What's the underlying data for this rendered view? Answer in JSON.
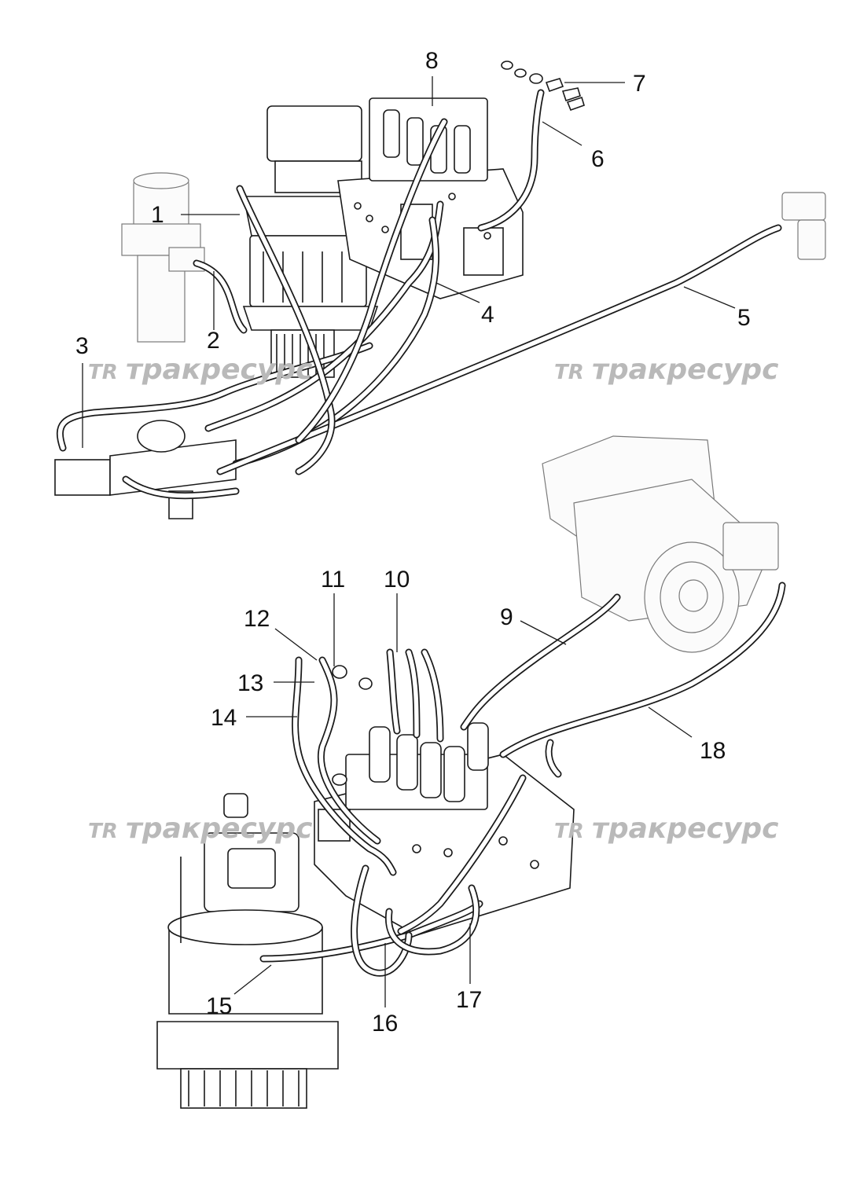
{
  "watermark": {
    "logo": "TR",
    "text": "тракресурс"
  },
  "callouts": [
    {
      "number": "1"
    },
    {
      "number": "2"
    },
    {
      "number": "3"
    },
    {
      "number": "4"
    },
    {
      "number": "5"
    },
    {
      "number": "6"
    },
    {
      "number": "7"
    },
    {
      "number": "8"
    },
    {
      "number": "9"
    },
    {
      "number": "10"
    },
    {
      "number": "11"
    },
    {
      "number": "12"
    },
    {
      "number": "13"
    },
    {
      "number": "14"
    },
    {
      "number": "15"
    },
    {
      "number": "16"
    },
    {
      "number": "17"
    },
    {
      "number": "18"
    }
  ]
}
